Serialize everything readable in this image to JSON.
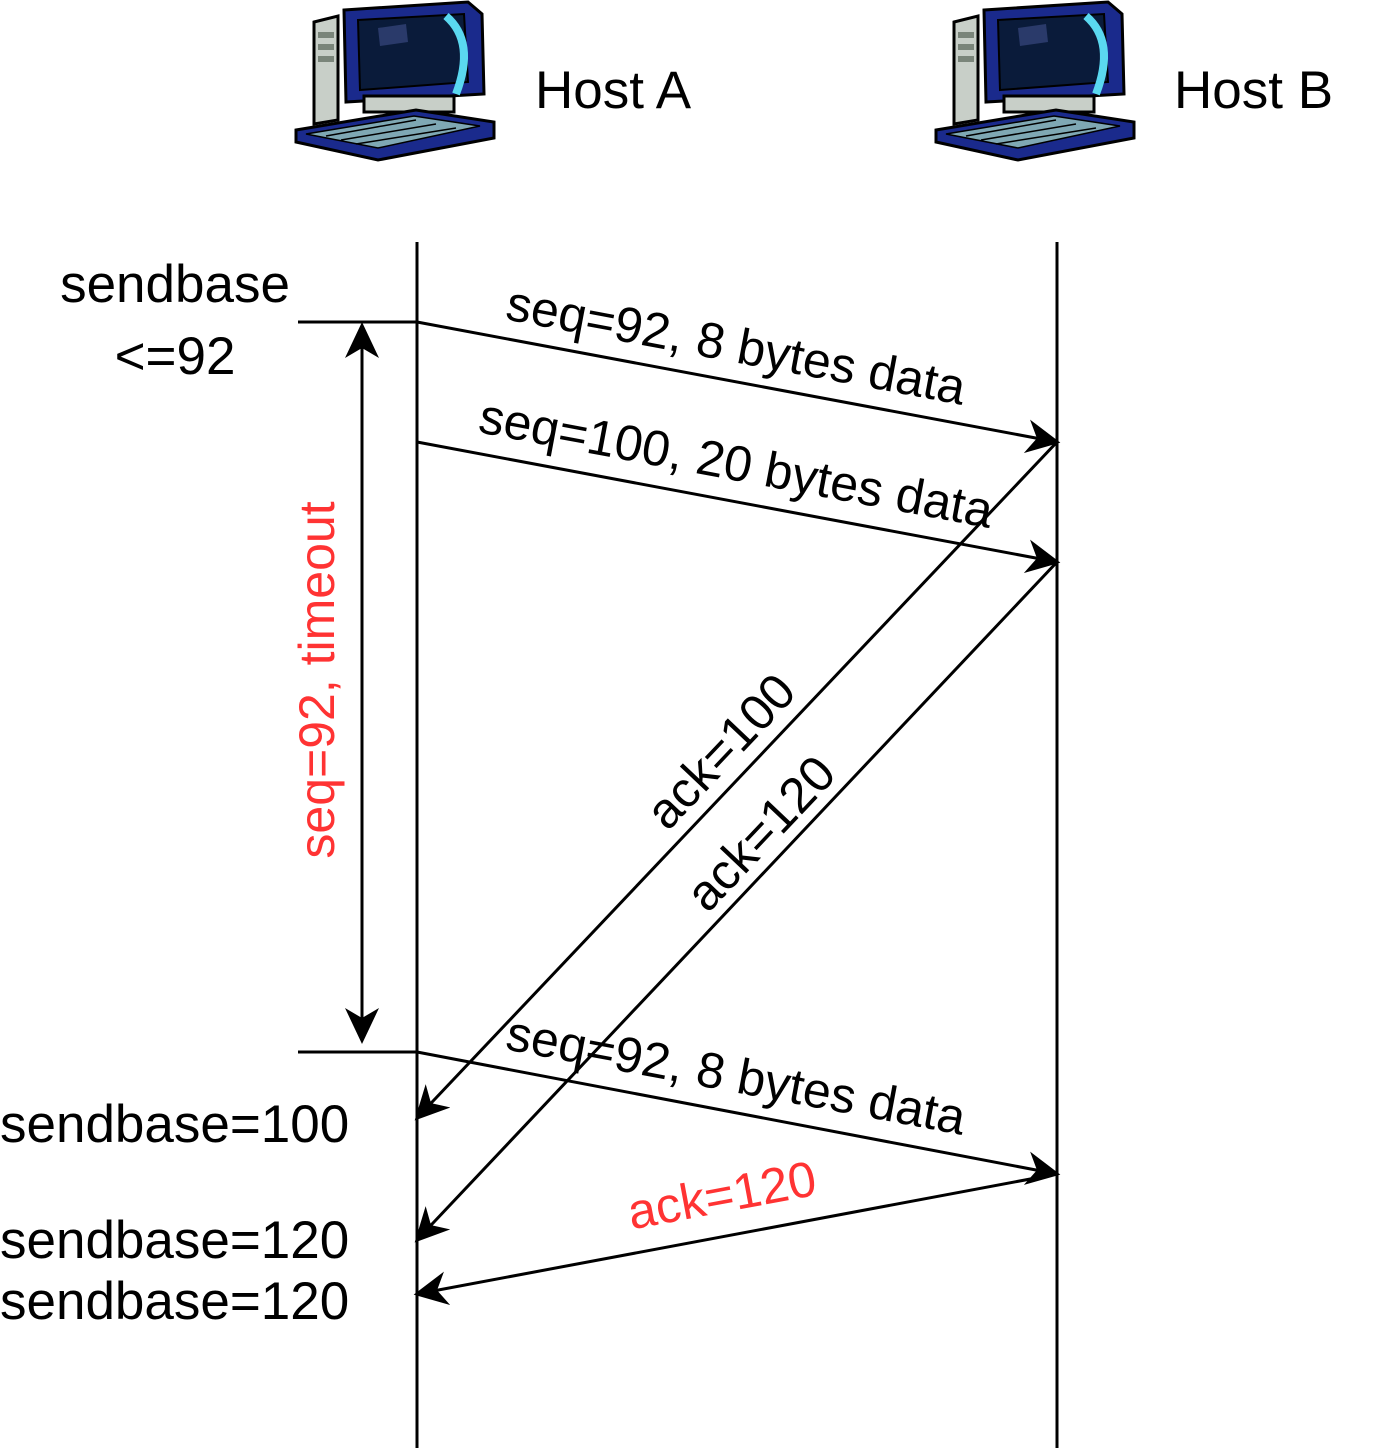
{
  "hosts": {
    "a": {
      "name": "Host A",
      "icon": "desktop-computer-icon"
    },
    "b": {
      "name": "Host B",
      "icon": "desktop-computer-icon"
    }
  },
  "host_a_notes": {
    "sendbase_line1": "sendbase",
    "sendbase_line2": "<=92",
    "timeout": "seq=92, timeout",
    "sendbase_100": "sendbase=100",
    "sendbase_120_first": "sendbase=120",
    "sendbase_120_second": "sendbase=120"
  },
  "messages": [
    {
      "label": "seq=92, 8 bytes data",
      "from": "Host A",
      "to": "Host B"
    },
    {
      "label": "seq=100, 20 bytes data",
      "from": "Host A",
      "to": "Host B"
    },
    {
      "label": "ack=100",
      "from": "Host B",
      "to": "Host A"
    },
    {
      "label": "ack=120",
      "from": "Host B",
      "to": "Host A"
    },
    {
      "label": "seq=92, 8 bytes data",
      "from": "Host A",
      "to": "Host B"
    },
    {
      "label": "ack=120",
      "from": "Host B",
      "to": "Host A"
    }
  ],
  "colors": {
    "line": "#000000",
    "highlight": "#ff3333",
    "monitor": "#1a2a8c",
    "screen": "#0a1b3a",
    "case": "#c8cfc8",
    "cyan": "#5ad8f0"
  }
}
